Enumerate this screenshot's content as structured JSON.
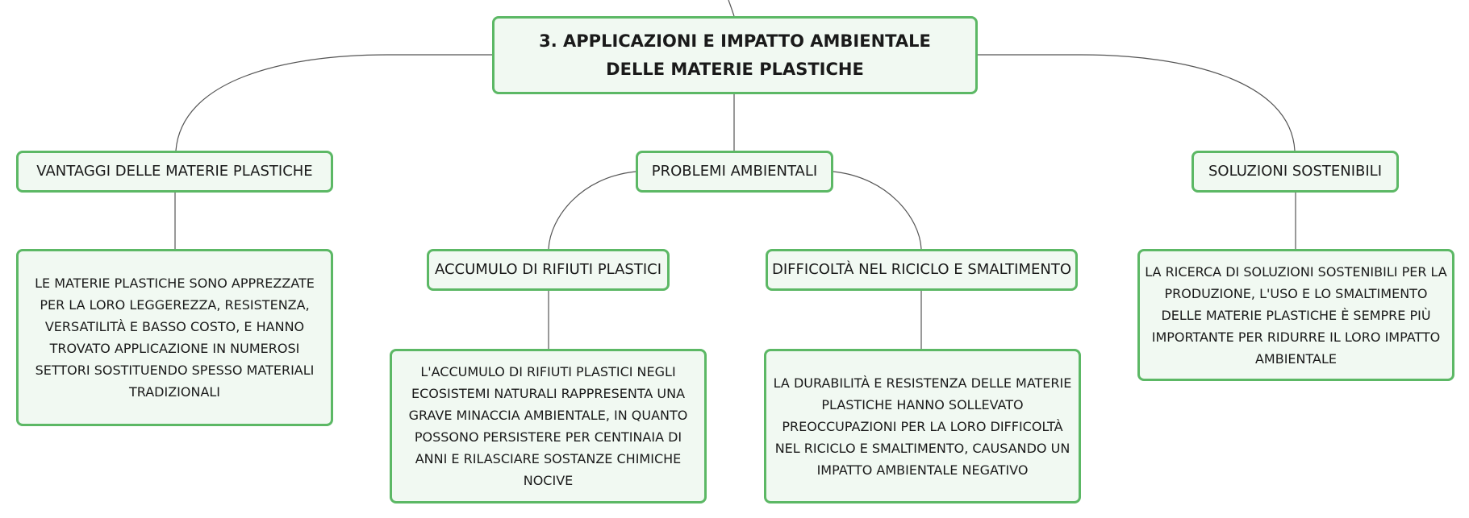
{
  "diagram": {
    "root": "3. APPLICAZIONI E IMPATTO AMBIENTALE DELLE MATERIE PLASTICHE",
    "branches": [
      {
        "label": "VANTAGGI DELLE MATERIE PLASTICHE",
        "detail": "LE MATERIE PLASTICHE SONO APPREZZATE PER LA LORO LEGGEREZZA, RESISTENZA, VERSATILITÀ E BASSO COSTO, E HANNO TROVATO APPLICAZIONE IN NUMEROSI SETTORI SOSTITUENDO SPESSO MATERIALI TRADIZIONALI"
      },
      {
        "label": "PROBLEMI AMBIENTALI",
        "children": [
          {
            "label": "ACCUMULO DI RIFIUTI PLASTICI",
            "detail": "L'ACCUMULO DI RIFIUTI PLASTICI NEGLI ECOSISTEMI NATURALI RAPPRESENTA UNA GRAVE MINACCIA AMBIENTALE, IN QUANTO POSSONO PERSISTERE PER CENTINAIA DI ANNI E RILASCIARE SOSTANZE CHIMICHE NOCIVE"
          },
          {
            "label": "DIFFICOLTÀ NEL RICICLO E SMALTIMENTO",
            "detail": "LA DURABILITÀ E RESISTENZA DELLE MATERIE PLASTICHE HANNO SOLLEVATO PREOCCUPAZIONI PER LA LORO DIFFICOLTÀ NEL RICICLO E SMALTIMENTO, CAUSANDO UN IMPATTO AMBIENTALE NEGATIVO"
          }
        ]
      },
      {
        "label": "SOLUZIONI SOSTENIBILI",
        "detail": "LA RICERCA DI SOLUZIONI SOSTENIBILI PER LA PRODUZIONE, L'USO E LO SMALTIMENTO DELLE MATERIE PLASTICHE È SEMPRE PIÙ IMPORTANTE PER RIDURRE IL LORO IMPATTO AMBIENTALE"
      }
    ],
    "colors": {
      "border": "#5cb865",
      "fill": "#f1f9f2",
      "connector": "#555555"
    }
  }
}
